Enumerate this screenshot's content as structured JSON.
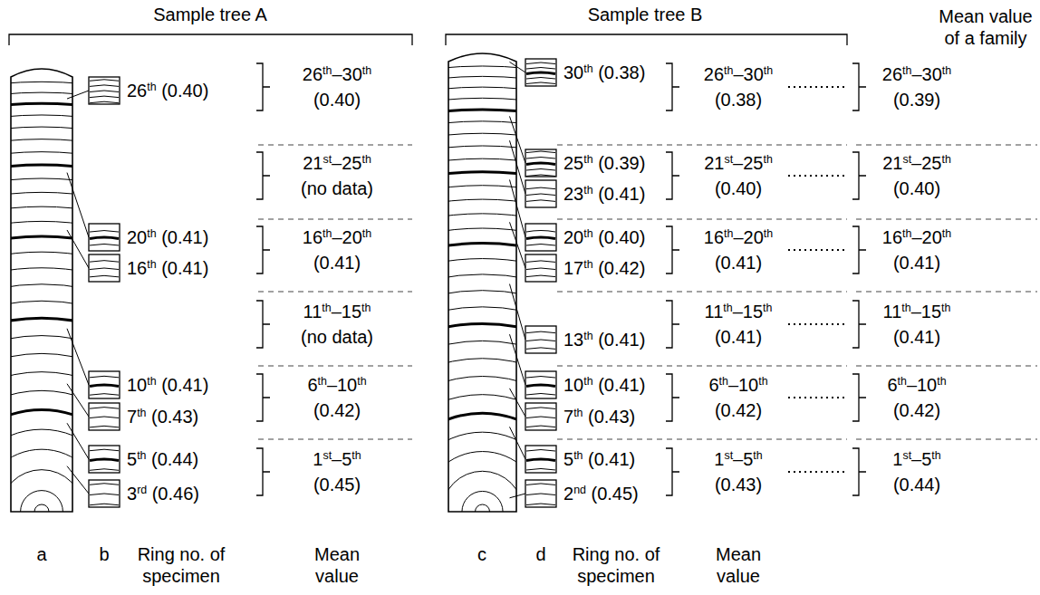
{
  "diagram": {
    "labels": [
      "Sample tree A",
      "Sample tree B",
      "Mean value of a family",
      "26th (0.40)",
      "20th (0.41)",
      "16th (0.41)",
      "10th (0.41)",
      "7th (0.43)",
      "5th (0.44)",
      "3rd (0.46)",
      "26th–30th",
      "(0.40)",
      "21st–25th",
      "(no data)",
      "16th–20th",
      "(0.41)",
      "11th–15th",
      "(no data)",
      "6th–10th",
      "(0.42)",
      "1st–5th",
      "(0.45)",
      "30th (0.38)",
      "25th (0.39)",
      "23th (0.41)",
      "20th (0.40)",
      "17th (0.42)",
      "13th (0.41)",
      "10th (0.41)",
      "7th (0.43)",
      "5th (0.41)",
      "2nd (0.45)",
      "26th–30th",
      "(0.38)",
      "21st–25th",
      "(0.40)",
      "16th–20th",
      "(0.41)",
      "11th–15th",
      "(0.41)",
      "6th–10th",
      "(0.42)",
      "1st–5th",
      "(0.43)",
      "26th–30th",
      "(0.39)",
      "21st–25th",
      "(0.40)",
      "16th–20th",
      "(0.41)",
      "11th–15th",
      "(0.41)",
      "6th–10th",
      "(0.42)",
      "1st–5th",
      "(0.44)",
      "a",
      "b",
      "Ring no. of specimen",
      "Mean value",
      "c",
      "d",
      "Ring no. of specimen",
      "Mean value"
    ]
  }
}
